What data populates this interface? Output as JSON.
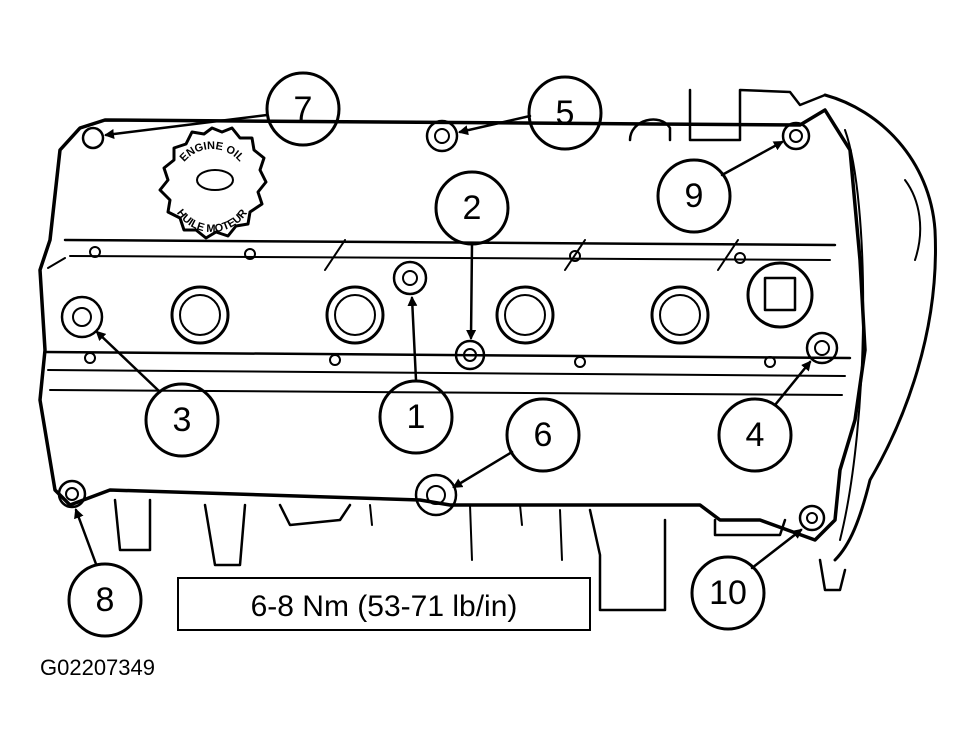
{
  "oil_cap": {
    "top_text": "ENGINE OIL",
    "bottom_text": "HUILE MOTEUR"
  },
  "callouts": [
    {
      "label": "1"
    },
    {
      "label": "2"
    },
    {
      "label": "3"
    },
    {
      "label": "4"
    },
    {
      "label": "5"
    },
    {
      "label": "6"
    },
    {
      "label": "7"
    },
    {
      "label": "8"
    },
    {
      "label": "9"
    },
    {
      "label": "10"
    }
  ],
  "torque_spec": "6-8 Nm (53-71 lb/in)",
  "figure_code": "G02207349"
}
